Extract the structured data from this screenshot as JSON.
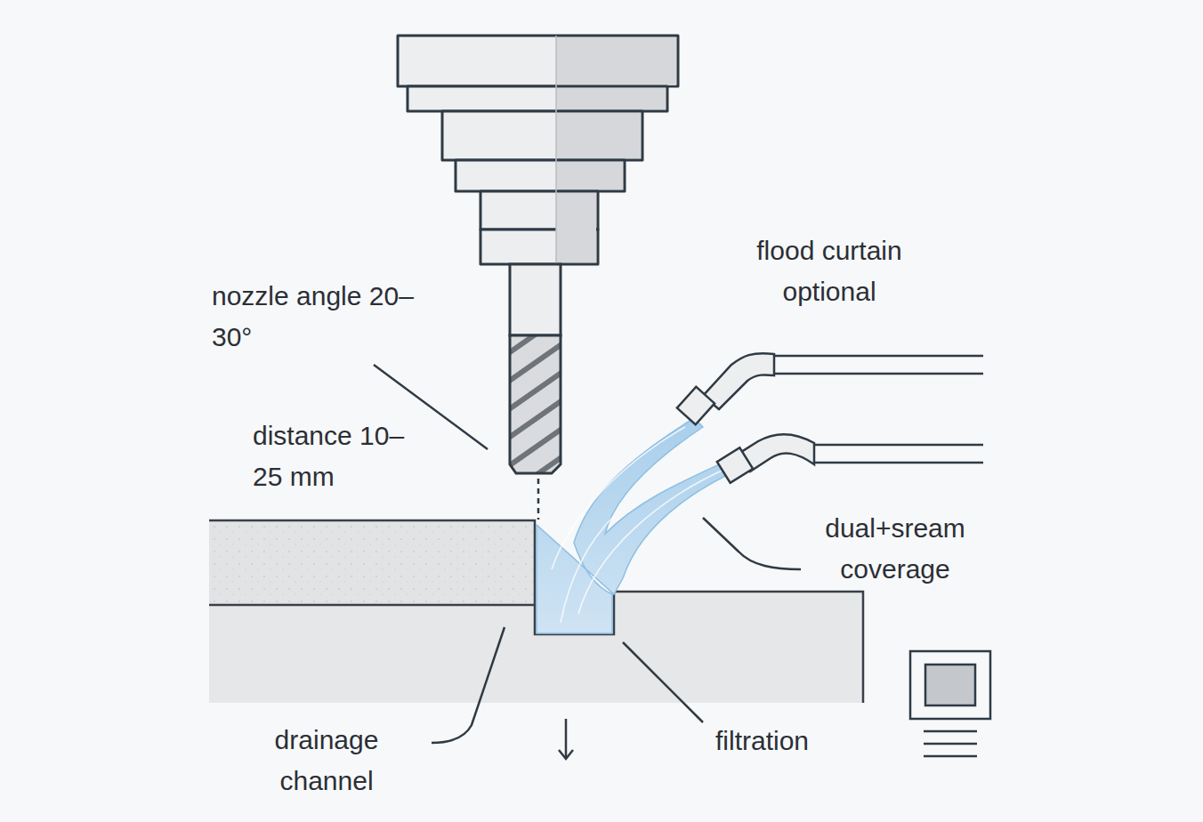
{
  "diagram": {
    "labels": [
      "nozzle angle 20–30°",
      "distance 10–25 mm",
      "flood curtain optional",
      "dual+sream coverage",
      "drainage channel",
      "filtration"
    ]
  }
}
